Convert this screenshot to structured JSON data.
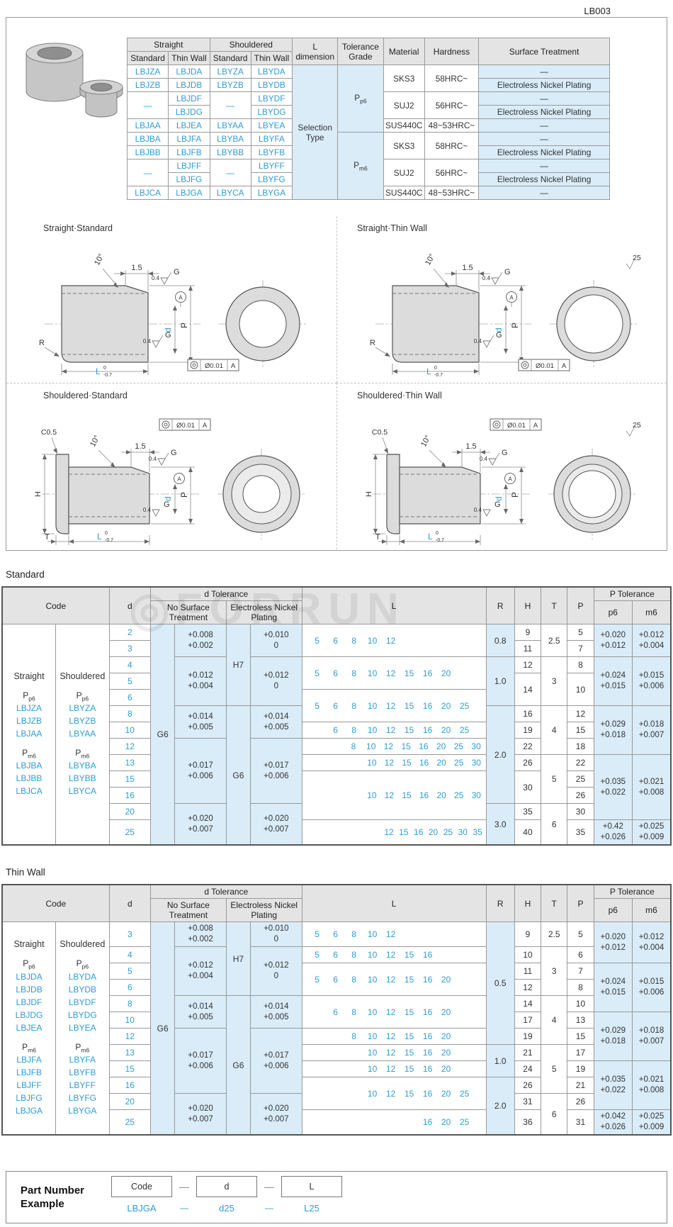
{
  "page": {
    "code": "LB003",
    "section_standard": "Standard",
    "section_thinwall": "Thin Wall",
    "watermark": "FORRUN",
    "watermark_icon": "bearing-ring",
    "dash": "—"
  },
  "colors": {
    "accent_blue": "#2f9bd6",
    "cell_blue": "#d9ecf8",
    "header_gray": "#e4e4e4"
  },
  "selection_table": {
    "header": {
      "straight": "Straight",
      "shouldered": "Shouldered",
      "standard": "Standard",
      "thin_wall": "Thin Wall",
      "l_dimension": "L dimension",
      "tolerance_grade": "Tolerance Grade",
      "material": "Material",
      "hardness": "Hardness",
      "surface_treatment": "Surface Treatment"
    },
    "l_dimension_value": "Selection Type",
    "tolerance_grades": [
      {
        "main": "P",
        "sub": "p6"
      },
      {
        "main": "P",
        "sub": "m6"
      }
    ],
    "materials": [
      {
        "name": "SKS3",
        "hardness": "58HRC~"
      },
      {
        "name": "SUJ2",
        "hardness": "56HRC~"
      },
      {
        "name": "SUS440C",
        "hardness": "48~53HRC~"
      }
    ],
    "rows": [
      [
        "LBJZA",
        "LBJDA",
        "LBYZA",
        "LBYDA"
      ],
      [
        "LBJZB",
        "LBJDB",
        "LBYZB",
        "LBYDB"
      ],
      [
        {
          "t": "—",
          "rs": 2
        },
        "LBJDF",
        {
          "t": "—",
          "rs": 2
        },
        "LBYDF"
      ],
      [
        null,
        "LBJDG",
        null,
        "LBYDG"
      ],
      [
        "LBJAA",
        "LBJEA",
        "LBYAA",
        "LBYEA"
      ],
      [
        "LBJBA",
        "LBJFA",
        "LBYBA",
        "LBYFA"
      ],
      [
        "LBJBB",
        "LBJFB",
        "LBYBB",
        "LBYFB"
      ],
      [
        {
          "t": "—",
          "rs": 2
        },
        "LBJFF",
        {
          "t": "—",
          "rs": 2
        },
        "LBYFF"
      ],
      [
        null,
        "LBJFG",
        null,
        "LBYFG"
      ],
      [
        "LBJCA",
        "LBJGA",
        "LBYCA",
        "LBYGA"
      ]
    ],
    "surface": [
      "—",
      "Electroless Nickel Plating",
      "—",
      "Electroless Nickel Plating",
      "—",
      "—",
      "Electroless Nickel Plating",
      "—",
      "Electroless Nickel Plating",
      "—"
    ]
  },
  "drawings": {
    "titles": [
      "Straight·Standard",
      "Straight·Thin Wall",
      "Shouldered·Standard",
      "Shouldered·Thin Wall"
    ],
    "labels": {
      "angle": "10°",
      "chamfer": "1.5",
      "surface_g": "G",
      "roughness": "0.4",
      "datum": "A",
      "bore_dia": "d",
      "outer_dia": "P",
      "fillet": "R",
      "length": "L",
      "length_tol_upper": "0",
      "length_tol_lower": "-0.7",
      "runout": "Ø0.01",
      "corner": "C0.5",
      "flange_dia": "H",
      "flange_thk": "T",
      "finish": "25"
    }
  },
  "dim_header": {
    "code": "Code",
    "d": "d",
    "d_tolerance": "d Tolerance",
    "no_surface": "No Surface Treatment",
    "electroless": "Electroless Nickel Plating",
    "l": "L",
    "r": "R",
    "h": "H",
    "t": "T",
    "p": "P",
    "p_tolerance": "P Tolerance",
    "p6": "p6",
    "m6": "m6"
  },
  "standard_table": {
    "code": {
      "straight_label": "Straight",
      "shouldered_label": "Shouldered",
      "grades": [
        {
          "main": "P",
          "sub": "p6",
          "straight": [
            "LBJZA",
            "LBJZB",
            "LBJAA"
          ],
          "shouldered": [
            "LBYZA",
            "LBYZB",
            "LBYAA"
          ]
        },
        {
          "main": "P",
          "sub": "m6",
          "straight": [
            "LBJBA",
            "LBJBB",
            "LBJCA"
          ],
          "shouldered": [
            "LBYBA",
            "LBYBB",
            "LBYCA"
          ]
        }
      ]
    },
    "d": [
      "2",
      "3",
      "4",
      "5",
      "6",
      "8",
      "10",
      "12",
      "13",
      "15",
      "16",
      "20",
      "25"
    ],
    "nst_fit": "G6",
    "nst_groups": [
      {
        "rows": 2,
        "tol": [
          "+0.008",
          "+0.002"
        ]
      },
      {
        "rows": 3,
        "tol": [
          "+0.012",
          "+0.004"
        ]
      },
      {
        "rows": 2,
        "tol": [
          "+0.014",
          "+0.005"
        ]
      },
      {
        "rows": 4,
        "tol": [
          "+0.017",
          "+0.006"
        ]
      },
      {
        "rows": 2,
        "tol": [
          "+0.020",
          "+0.007"
        ]
      }
    ],
    "enp_fits": [
      {
        "rows": 5,
        "label": "H7"
      },
      {
        "rows": 8,
        "label": "G6"
      }
    ],
    "enp_groups": [
      {
        "rows": 2,
        "tol": [
          "+0.010",
          "0"
        ]
      },
      {
        "rows": 3,
        "tol": [
          "+0.012",
          "0"
        ]
      },
      {
        "rows": 2,
        "tol": [
          "+0.014",
          "+0.005"
        ]
      },
      {
        "rows": 4,
        "tol": [
          "+0.017",
          "+0.006"
        ]
      },
      {
        "rows": 2,
        "tol": [
          "+0.020",
          "+0.007"
        ]
      }
    ],
    "l_groups": [
      {
        "rows": 2,
        "off": 0,
        "values": [
          "5",
          "6",
          "8",
          "10",
          "12"
        ]
      },
      {
        "rows": 2,
        "off": 0,
        "values": [
          "5",
          "6",
          "8",
          "10",
          "12",
          "15",
          "16",
          "20"
        ]
      },
      {
        "rows": 2,
        "off": 0,
        "values": [
          "5",
          "6",
          "8",
          "10",
          "12",
          "15",
          "16",
          "20",
          "25"
        ]
      },
      {
        "rows": 1,
        "off": 1,
        "values": [
          "6",
          "8",
          "10",
          "12",
          "15",
          "16",
          "20",
          "25"
        ]
      },
      {
        "rows": 1,
        "off": 2,
        "values": [
          "8",
          "10",
          "12",
          "15",
          "16",
          "20",
          "25",
          "30"
        ]
      },
      {
        "rows": 1,
        "off": 3,
        "values": [
          "10",
          "12",
          "15",
          "16",
          "20",
          "25",
          "30"
        ]
      },
      {
        "rows": 3,
        "off": 3,
        "values": [
          "10",
          "12",
          "15",
          "16",
          "20",
          "25",
          "30"
        ]
      },
      {
        "rows": 1,
        "off": 4,
        "values": [
          "12",
          "15",
          "16",
          "20",
          "25",
          "30",
          "35"
        ]
      }
    ],
    "r_groups": [
      {
        "rows": 2,
        "value": "0.8"
      },
      {
        "rows": 3,
        "value": "1.0"
      },
      {
        "rows": 6,
        "value": "2.0"
      },
      {
        "rows": 2,
        "value": "3.0"
      }
    ],
    "h_groups": [
      {
        "rows": 1,
        "value": "9"
      },
      {
        "rows": 1,
        "value": "11"
      },
      {
        "rows": 1,
        "value": "12"
      },
      {
        "rows": 2,
        "value": "14"
      },
      {
        "rows": 1,
        "value": "16"
      },
      {
        "rows": 1,
        "value": "19"
      },
      {
        "rows": 1,
        "value": "22"
      },
      {
        "rows": 1,
        "value": "26"
      },
      {
        "rows": 2,
        "value": "30"
      },
      {
        "rows": 1,
        "value": "35"
      },
      {
        "rows": 1,
        "value": "40"
      }
    ],
    "t_groups": [
      {
        "rows": 2,
        "value": "2.5"
      },
      {
        "rows": 3,
        "value": "3"
      },
      {
        "rows": 3,
        "value": "4"
      },
      {
        "rows": 3,
        "value": "5"
      },
      {
        "rows": 2,
        "value": "6"
      }
    ],
    "p_groups": [
      {
        "rows": 1,
        "value": "5"
      },
      {
        "rows": 1,
        "value": "7"
      },
      {
        "rows": 1,
        "value": "8"
      },
      {
        "rows": 2,
        "value": "10"
      },
      {
        "rows": 1,
        "value": "12"
      },
      {
        "rows": 1,
        "value": "15"
      },
      {
        "rows": 1,
        "value": "18"
      },
      {
        "rows": 1,
        "value": "22"
      },
      {
        "rows": 1,
        "value": "25"
      },
      {
        "rows": 1,
        "value": "26"
      },
      {
        "rows": 1,
        "value": "30"
      },
      {
        "rows": 1,
        "value": "35"
      }
    ],
    "p6_groups": [
      {
        "rows": 2,
        "tol": [
          "+0.020",
          "+0.012"
        ]
      },
      {
        "rows": 3,
        "tol": [
          "+0.024",
          "+0.015"
        ]
      },
      {
        "rows": 3,
        "tol": [
          "+0.029",
          "+0.018"
        ]
      },
      {
        "rows": 4,
        "tol": [
          "+0.035",
          "+0.022"
        ]
      },
      {
        "rows": 1,
        "tol": [
          "+0.42",
          "+0.026"
        ]
      }
    ],
    "m6_groups": [
      {
        "rows": 2,
        "tol": [
          "+0.012",
          "+0.004"
        ]
      },
      {
        "rows": 3,
        "tol": [
          "+0.015",
          "+0.006"
        ]
      },
      {
        "rows": 3,
        "tol": [
          "+0.018",
          "+0.007"
        ]
      },
      {
        "rows": 4,
        "tol": [
          "+0.021",
          "+0.008"
        ]
      },
      {
        "rows": 1,
        "tol": [
          "+0.025",
          "+0.009"
        ]
      }
    ]
  },
  "thinwall_table": {
    "code": {
      "straight_label": "Straight",
      "shouldered_label": "Shouldered",
      "grades": [
        {
          "main": "P",
          "sub": "p6",
          "straight": [
            "LBJDA",
            "LBJDB",
            "LBJDF",
            "LBJDG",
            "LBJEA"
          ],
          "shouldered": [
            "LBYDA",
            "LBYDB",
            "LBYDF",
            "LBYDG",
            "LBYEA"
          ]
        },
        {
          "main": "P",
          "sub": "m6",
          "straight": [
            "LBJFA",
            "LBJFB",
            "LBJFF",
            "LBJFG",
            "LBJGA"
          ],
          "shouldered": [
            "LBYFA",
            "LBYFB",
            "LBYFF",
            "LBYFG",
            "LBYGA"
          ]
        }
      ]
    },
    "d": [
      "3",
      "4",
      "5",
      "6",
      "8",
      "10",
      "12",
      "13",
      "15",
      "16",
      "20",
      "25"
    ],
    "nst_fit": "G6",
    "nst_groups": [
      {
        "rows": 1,
        "tol": [
          "+0.008",
          "+0.002"
        ]
      },
      {
        "rows": 3,
        "tol": [
          "+0.012",
          "+0.004"
        ]
      },
      {
        "rows": 2,
        "tol": [
          "+0.014",
          "+0.005"
        ]
      },
      {
        "rows": 4,
        "tol": [
          "+0.017",
          "+0.006"
        ]
      },
      {
        "rows": 2,
        "tol": [
          "+0.020",
          "+0.007"
        ]
      }
    ],
    "enp_fits": [
      {
        "rows": 4,
        "label": "H7"
      },
      {
        "rows": 8,
        "label": "G6"
      }
    ],
    "enp_groups": [
      {
        "rows": 1,
        "tol": [
          "+0.010",
          "0"
        ]
      },
      {
        "rows": 3,
        "tol": [
          "+0.012",
          "0"
        ]
      },
      {
        "rows": 2,
        "tol": [
          "+0.014",
          "+0.005"
        ]
      },
      {
        "rows": 4,
        "tol": [
          "+0.017",
          "+0.006"
        ]
      },
      {
        "rows": 2,
        "tol": [
          "+0.020",
          "+0.007"
        ]
      }
    ],
    "l_groups": [
      {
        "rows": 1,
        "off": 0,
        "values": [
          "5",
          "6",
          "8",
          "10",
          "12"
        ]
      },
      {
        "rows": 1,
        "off": 0,
        "values": [
          "5",
          "6",
          "8",
          "10",
          "12",
          "15",
          "16"
        ]
      },
      {
        "rows": 2,
        "off": 0,
        "values": [
          "5",
          "6",
          "8",
          "10",
          "12",
          "15",
          "16",
          "20"
        ]
      },
      {
        "rows": 2,
        "off": 1,
        "values": [
          "6",
          "8",
          "10",
          "12",
          "15",
          "16",
          "20"
        ]
      },
      {
        "rows": 1,
        "off": 2,
        "values": [
          "8",
          "10",
          "12",
          "15",
          "16",
          "20"
        ]
      },
      {
        "rows": 1,
        "off": 3,
        "values": [
          "10",
          "12",
          "15",
          "16",
          "20"
        ]
      },
      {
        "rows": 1,
        "off": 3,
        "values": [
          "10",
          "12",
          "15",
          "16",
          "20"
        ]
      },
      {
        "rows": 2,
        "off": 3,
        "values": [
          "10",
          "12",
          "15",
          "16",
          "20",
          "25"
        ]
      },
      {
        "rows": 1,
        "off": 6,
        "values": [
          "16",
          "20",
          "25"
        ]
      }
    ],
    "r_groups": [
      {
        "rows": 7,
        "value": "0.5"
      },
      {
        "rows": 2,
        "value": "1.0"
      },
      {
        "rows": 3,
        "value": "2.0"
      }
    ],
    "h_groups": [
      {
        "rows": 1,
        "value": "9"
      },
      {
        "rows": 1,
        "value": "10"
      },
      {
        "rows": 1,
        "value": "11"
      },
      {
        "rows": 1,
        "value": "12"
      },
      {
        "rows": 1,
        "value": "14"
      },
      {
        "rows": 1,
        "value": "17"
      },
      {
        "rows": 1,
        "value": "19"
      },
      {
        "rows": 1,
        "value": "21"
      },
      {
        "rows": 1,
        "value": "24"
      },
      {
        "rows": 1,
        "value": "26"
      },
      {
        "rows": 1,
        "value": "31"
      },
      {
        "rows": 1,
        "value": "36"
      }
    ],
    "t_groups": [
      {
        "rows": 1,
        "value": "2.5"
      },
      {
        "rows": 3,
        "value": "3"
      },
      {
        "rows": 3,
        "value": "4"
      },
      {
        "rows": 3,
        "value": "5"
      },
      {
        "rows": 2,
        "value": "6"
      }
    ],
    "p_groups": [
      {
        "rows": 1,
        "value": "5"
      },
      {
        "rows": 1,
        "value": "6"
      },
      {
        "rows": 1,
        "value": "7"
      },
      {
        "rows": 1,
        "value": "8"
      },
      {
        "rows": 1,
        "value": "10"
      },
      {
        "rows": 1,
        "value": "13"
      },
      {
        "rows": 1,
        "value": "15"
      },
      {
        "rows": 1,
        "value": "17"
      },
      {
        "rows": 1,
        "value": "19"
      },
      {
        "rows": 1,
        "value": "21"
      },
      {
        "rows": 1,
        "value": "26"
      },
      {
        "rows": 1,
        "value": "31"
      }
    ],
    "p6_groups": [
      {
        "rows": 2,
        "tol": [
          "+0.020",
          "+0.012"
        ]
      },
      {
        "rows": 3,
        "tol": [
          "+0.024",
          "+0.015"
        ]
      },
      {
        "rows": 3,
        "tol": [
          "+0.029",
          "+0.018"
        ]
      },
      {
        "rows": 3,
        "tol": [
          "+0.035",
          "+0.022"
        ]
      },
      {
        "rows": 1,
        "tol": [
          "+0.042",
          "+0.026"
        ]
      }
    ],
    "m6_groups": [
      {
        "rows": 2,
        "tol": [
          "+0.012",
          "+0.004"
        ]
      },
      {
        "rows": 3,
        "tol": [
          "+0.015",
          "+0.006"
        ]
      },
      {
        "rows": 3,
        "tol": [
          "+0.018",
          "+0.007"
        ]
      },
      {
        "rows": 3,
        "tol": [
          "+0.021",
          "+0.008"
        ]
      },
      {
        "rows": 1,
        "tol": [
          "+0.025",
          "+0.009"
        ]
      }
    ]
  },
  "part_number_example": {
    "title": "Part Number Example",
    "fields": [
      "Code",
      "d",
      "L"
    ],
    "values": [
      "LBJGA",
      "d25",
      "L25"
    ]
  }
}
